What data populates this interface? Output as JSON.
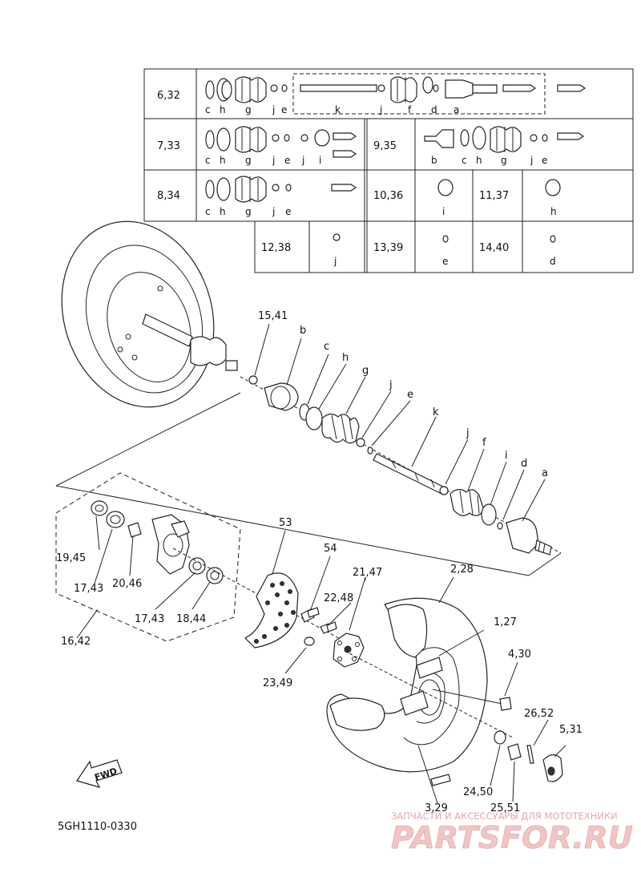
{
  "diagram_code": "5GH1110-0330",
  "fwd_label": "FWD",
  "watermark": {
    "top_text": "ЗАПЧАСТИ И АКСЕССУАРЫ ДЛЯ МОТОТЕХНИКИ",
    "brand": "PARTSFOR.RU"
  },
  "kit_table": {
    "rows": [
      {
        "ref": "6,32",
        "letters": [
          "c",
          "h",
          "g",
          "j",
          "e",
          "k",
          "j",
          "f",
          "d",
          "a"
        ]
      },
      {
        "ref": "7,33",
        "letters": [
          "c",
          "h",
          "g",
          "j",
          "e",
          "j",
          "i"
        ]
      },
      {
        "ref": "9,35",
        "letters": [
          "b",
          "c",
          "h",
          "g",
          "j",
          "e"
        ]
      },
      {
        "ref": "8,34",
        "letters": [
          "c",
          "h",
          "g",
          "j",
          "e"
        ]
      },
      {
        "ref": "10,36",
        "letters": [
          "i"
        ]
      },
      {
        "ref": "11,37",
        "letters": [
          "h"
        ]
      },
      {
        "ref": "12,38",
        "letters": [
          "j"
        ]
      },
      {
        "ref": "13,39",
        "letters": [
          "e"
        ]
      },
      {
        "ref": "14,40",
        "letters": [
          "d"
        ]
      }
    ]
  },
  "callouts": {
    "c15_41": "15,41",
    "b": "b",
    "c": "c",
    "h": "h",
    "g": "g",
    "j": "j",
    "e": "e",
    "k": "k",
    "j2": "j",
    "f": "f",
    "i": "i",
    "d": "d",
    "a": "a",
    "c53": "53",
    "c54": "54",
    "c21_47": "21,47",
    "c2_28": "2,28",
    "c22_48": "22,48",
    "c1_27": "1,27",
    "c4_30": "4,30",
    "c19_45": "19,45",
    "c17_43a": "17,43",
    "c20_46": "20,46",
    "c17_43b": "17,43",
    "c18_44": "18,44",
    "c16_42": "16,42",
    "c23_49": "23,49",
    "c26_52": "26,52",
    "c5_31": "5,31",
    "c24_50": "24,50",
    "c25_51": "25,51",
    "c3_29": "3,29"
  }
}
